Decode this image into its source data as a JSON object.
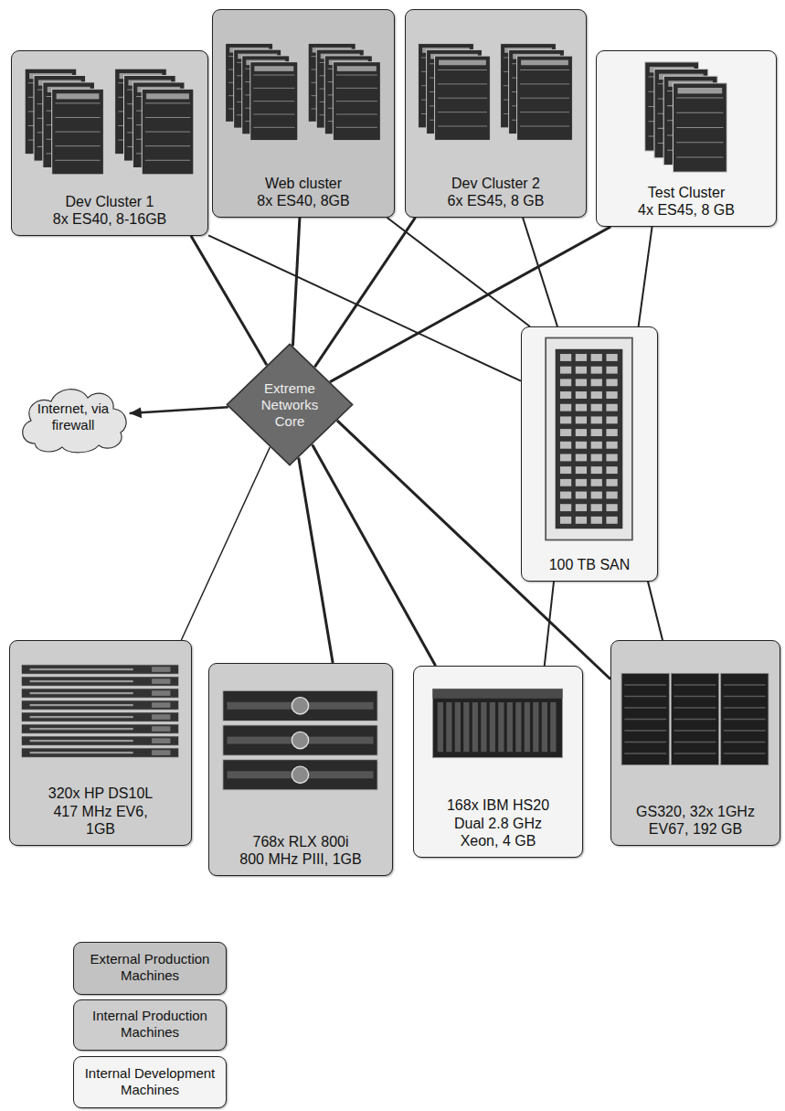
{
  "diagram": {
    "nodes": [
      {
        "text": [
          "Dev Cluster 1",
          "8x ES40, 8-16GB"
        ]
      },
      {
        "text": [
          "Web cluster",
          "8x ES40, 8GB"
        ]
      },
      {
        "text": [
          "Dev Cluster 2",
          "6x ES45, 8 GB"
        ]
      },
      {
        "text": [
          "Test Cluster",
          "4x ES45, 8 GB"
        ]
      },
      {
        "text": [
          "Internet, via firewall"
        ]
      },
      {
        "text": [
          "Extreme Networks Core"
        ]
      },
      {
        "text": [
          "100 TB SAN"
        ]
      },
      {
        "text": [
          "320x HP DS10L",
          "417 MHz EV6, 1GB"
        ]
      },
      {
        "text": [
          "768x RLX 800i",
          "800 MHz PIII, 1GB"
        ]
      },
      {
        "text": [
          "168x IBM HS20",
          "Dual 2.8 GHz Xeon, 4 GB"
        ]
      },
      {
        "text": [
          "GS320, 32x 1GHz EV67, 192 GB"
        ]
      }
    ],
    "edges": [
      {
        "from": 5,
        "to": 4,
        "arrow": "to"
      },
      {
        "from": 0,
        "to": 5,
        "arrow": "none"
      },
      {
        "from": 1,
        "to": 5,
        "arrow": "none"
      },
      {
        "from": 2,
        "to": 5,
        "arrow": "none"
      },
      {
        "from": 3,
        "to": 5,
        "arrow": "none"
      },
      {
        "from": 7,
        "to": 5,
        "arrow": "none"
      },
      {
        "from": 8,
        "to": 5,
        "arrow": "none"
      },
      {
        "from": 9,
        "to": 5,
        "arrow": "none"
      },
      {
        "from": 10,
        "to": 5,
        "arrow": "none"
      },
      {
        "from": 0,
        "to": 6,
        "arrow": "none"
      },
      {
        "from": 1,
        "to": 6,
        "arrow": "none"
      },
      {
        "from": 2,
        "to": 6,
        "arrow": "none"
      },
      {
        "from": 3,
        "to": 6,
        "arrow": "none"
      },
      {
        "from": 9,
        "to": 6,
        "arrow": "none"
      },
      {
        "from": 10,
        "to": 6,
        "arrow": "none"
      }
    ],
    "legend": [
      {
        "text": "External Production Machines",
        "color": "#c2c2c2"
      },
      {
        "text": "Internal Production Machines",
        "color": "#cdcdcd"
      },
      {
        "text": "Internal Development Machines",
        "color": "#f4f4f4"
      }
    ]
  }
}
